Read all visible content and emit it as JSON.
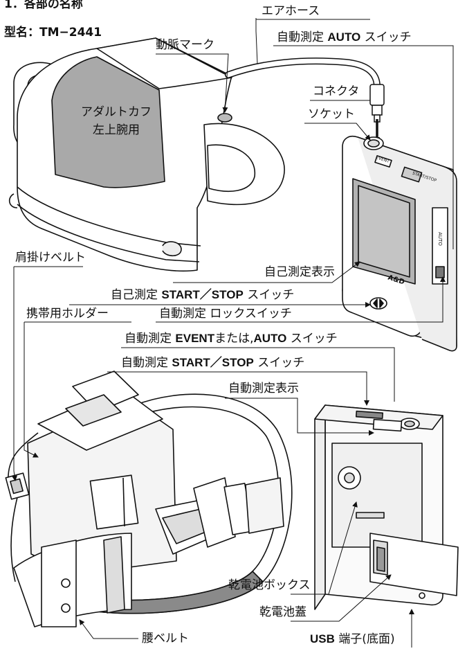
{
  "header": {
    "section_title": "1．各部の名称",
    "model": "型名：TM−2441"
  },
  "labels": {
    "air_hose": "エアホース",
    "auto_switch_top": {
      "prefix": "自動測定",
      "key": "AUTO",
      "suffix": "スイッチ"
    },
    "artery_mark": "動脈マーク",
    "cuff_line1": "アダルトカフ",
    "cuff_line2": "左上腕用",
    "connector": "コネクタ",
    "socket": "ソケット",
    "shoulder_belt": "肩掛けベルト",
    "self_display": "自己測定表示",
    "self_start_stop": {
      "prefix": "自己測定",
      "key": "START／STOP",
      "suffix": "スイッチ"
    },
    "holder": "携帯用ホルダー",
    "lock_switch": "自動測定 ロックスイッチ",
    "event_auto_switch": {
      "prefix": "自動測定",
      "key": "EVENT",
      "mid": "または,",
      "key2": "AUTO",
      "suffix": "スイッチ"
    },
    "auto_start_stop": {
      "prefix": "自動測定",
      "key": "START／STOP",
      "suffix": "スイッチ"
    },
    "auto_display": "自動測定表示",
    "battery_box": "乾電池ボックス",
    "battery_cover": "乾電池蓋",
    "usb_port": {
      "key": "USB",
      "suffix": "端子(底面)"
    },
    "waist_belt": "腰ベルト"
  },
  "device_marks": {
    "brand": "A&D",
    "event_key": "EVENT",
    "start_stop_key": "START/STOP",
    "auto_key": "AUTO"
  },
  "colors": {
    "line": "#111111",
    "cuff_panel": "#a9a9a9",
    "screen": "#b3b3b3",
    "light_fill": "#f4f4f4",
    "mid_gray": "#8a8a8a"
  }
}
